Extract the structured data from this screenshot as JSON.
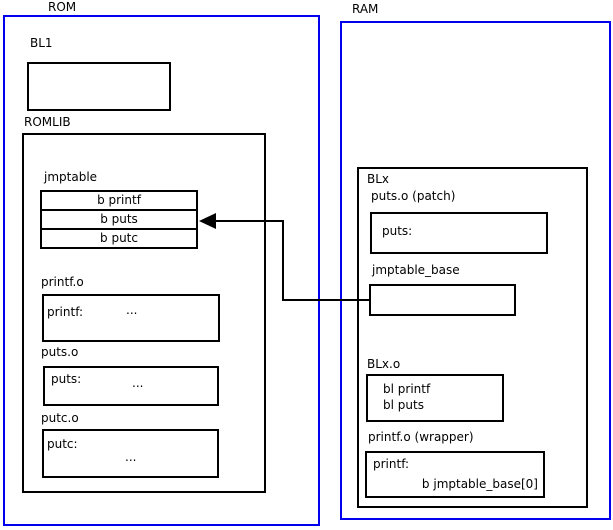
{
  "rom": {
    "title": "ROM",
    "bl1_label": "BL1",
    "romlib_label": "ROMLIB",
    "jmptable": {
      "label": "jmptable",
      "rows": [
        "b printf",
        "b puts",
        "b putc"
      ]
    },
    "objects": [
      {
        "label": "printf.o",
        "symbol": "printf:",
        "body": "..."
      },
      {
        "label": "puts.o",
        "symbol": "puts:",
        "body": "..."
      },
      {
        "label": "putc.o",
        "symbol": "putc:",
        "body": "..."
      }
    ]
  },
  "ram": {
    "title": "RAM",
    "blx_label": "BLx",
    "puts_patch": {
      "label": "puts.o (patch)",
      "symbol": "puts:"
    },
    "jmptable_base_label": "jmptable_base",
    "blx_o": {
      "label": "BLx.o",
      "lines": [
        "bl printf",
        "bl puts"
      ]
    },
    "printf_wrapper": {
      "label": "printf.o (wrapper)",
      "symbol": "printf:",
      "instruction": "b jmptable_base[0]"
    }
  },
  "colors": {
    "frame_blue": "#0000ee",
    "line_black": "#000000"
  }
}
